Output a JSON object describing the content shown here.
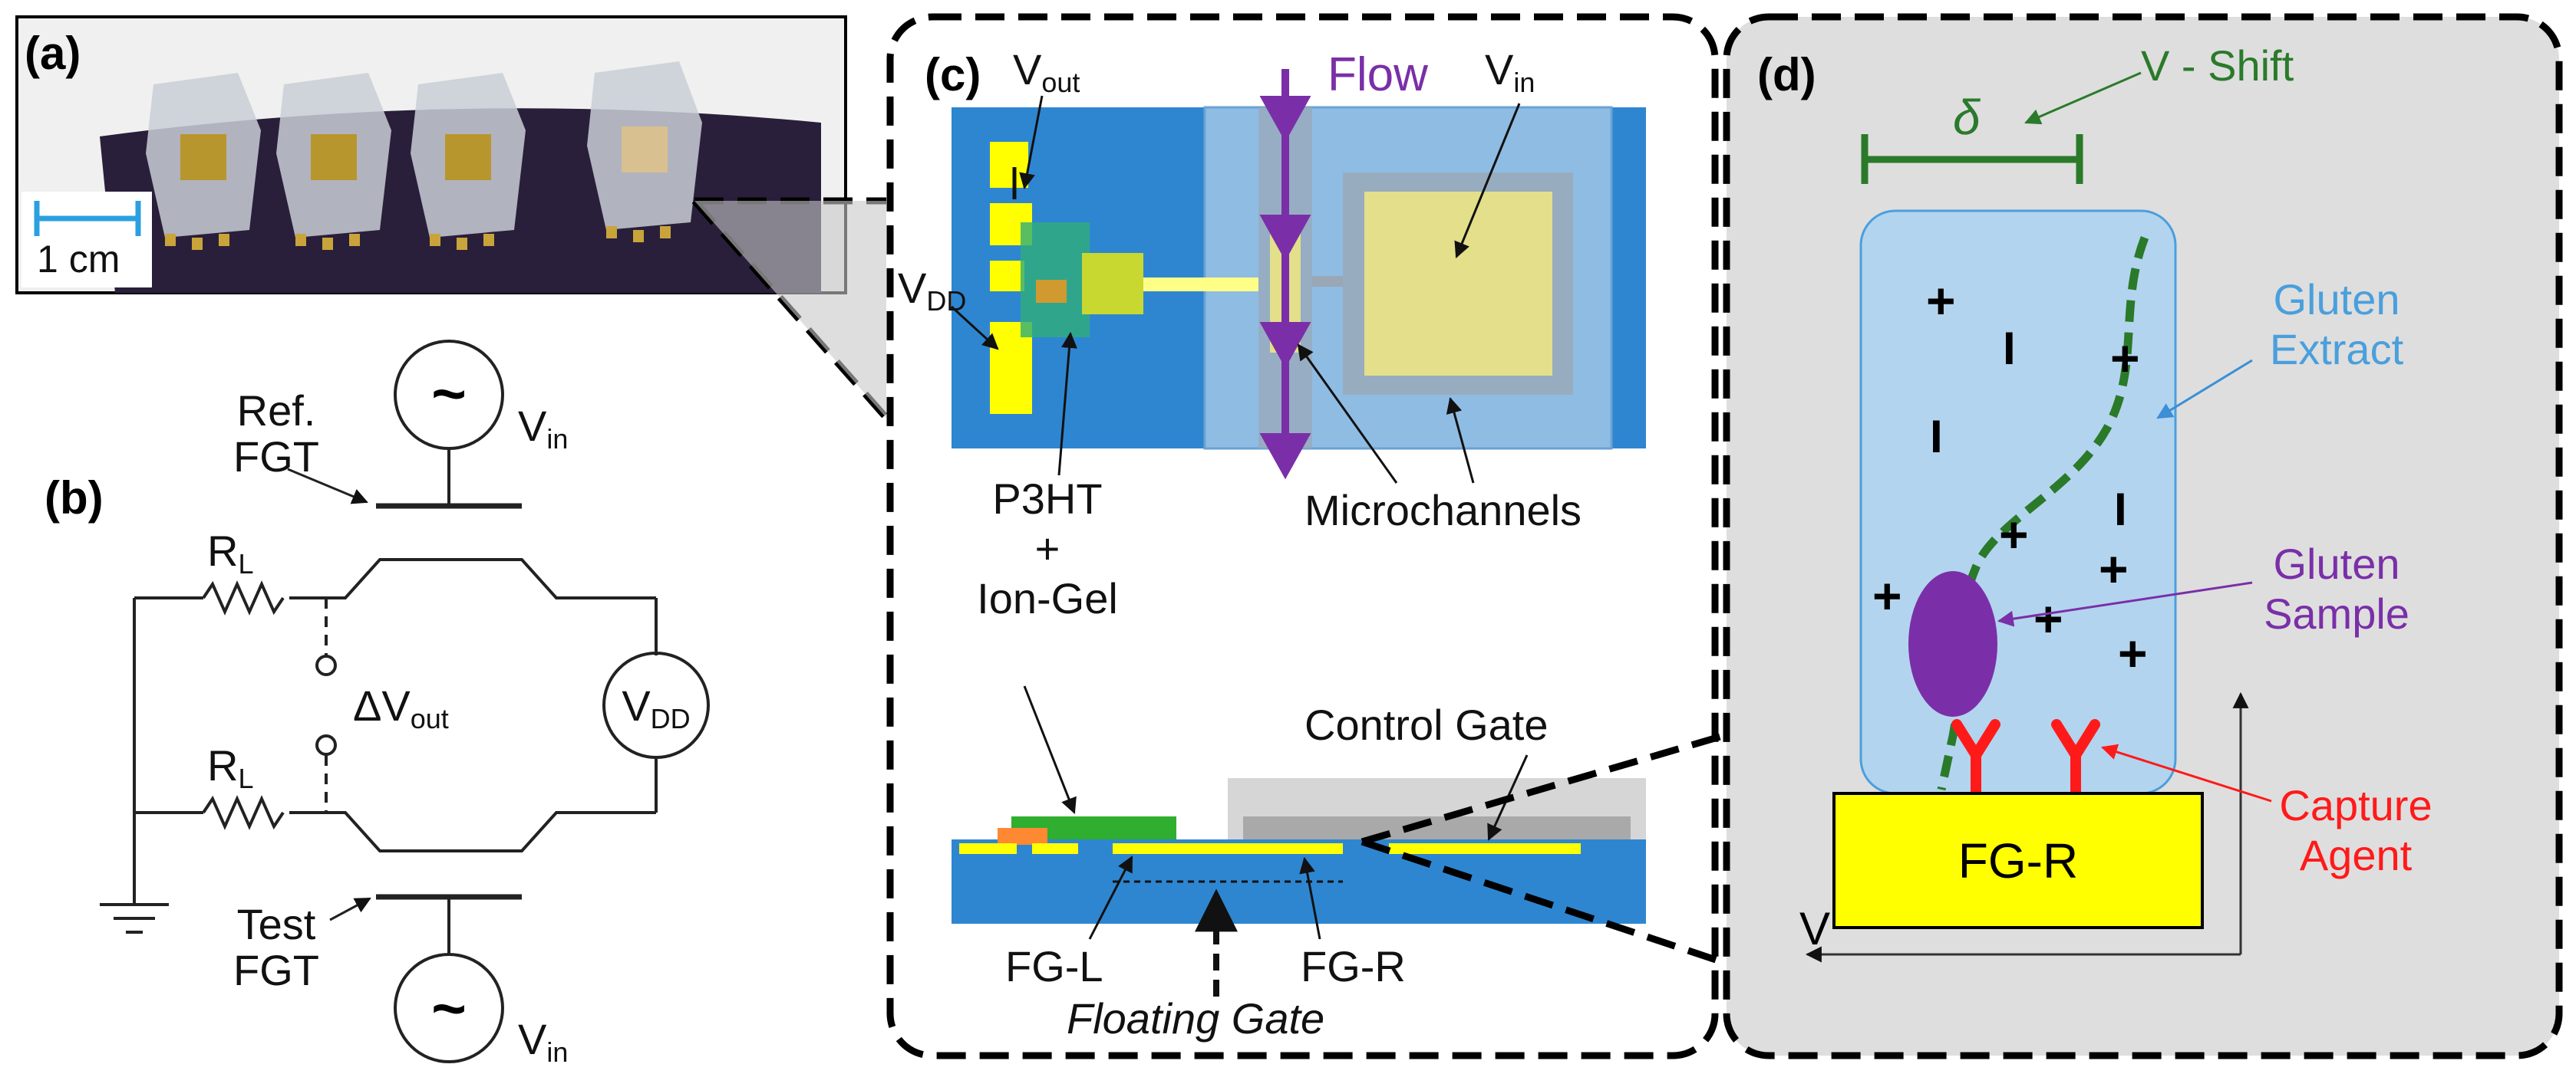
{
  "panels": {
    "a": "(a)",
    "b": "(b)",
    "c": "(c)",
    "d": "(d)"
  },
  "photo": {
    "scale_label": "1 cm",
    "device_count": 4
  },
  "circuit": {
    "ref_fgt_line1": "Ref.",
    "ref_fgt_line2": "FGT",
    "test_fgt_line1": "Test",
    "test_fgt_line2": "FGT",
    "v_main": "V",
    "v_in_sub": "in",
    "r_main": "R",
    "r_l_sub": "L",
    "dv_main": "ΔV",
    "dv_sub": "out",
    "vdd_main": "V",
    "vdd_sub": "DD",
    "source_symbol": "~"
  },
  "device": {
    "vout_main": "V",
    "vout_sub": "out",
    "vdd_main": "V",
    "vdd_sub": "DD",
    "vin_main": "V",
    "vin_sub": "in",
    "flow": "Flow",
    "p3ht": "P3HT",
    "plus": "+",
    "ion_gel": "Ion-Gel",
    "microchannels": "Microchannels",
    "control_gate": "Control Gate",
    "fg_l": "FG-L",
    "fg_r": "FG-R",
    "floating_gate": "Floating Gate"
  },
  "mechanism": {
    "delta": "δ",
    "v_shift": "V - Shift",
    "gluten_extract_line1": "Gluten",
    "gluten_extract_line2": "Extract",
    "gluten_sample_line1": "Gluten",
    "gluten_sample_line2": "Sample",
    "capture_line1": "Capture",
    "capture_line2": "Agent",
    "fg_r": "FG-R",
    "v_axis": "V",
    "plus": "+",
    "minus": "I"
  },
  "colors": {
    "substrate_blue": "#2e86d1",
    "channel_blue": "#8fbce3",
    "electrode_yellow": "#ffff00",
    "flow_purple": "#7a2fa8",
    "shift_green": "#2a7a2a",
    "extract_blue": "#4a9fdc",
    "capture_red": "#ff1a1a",
    "panel_gray": "#dedede"
  }
}
